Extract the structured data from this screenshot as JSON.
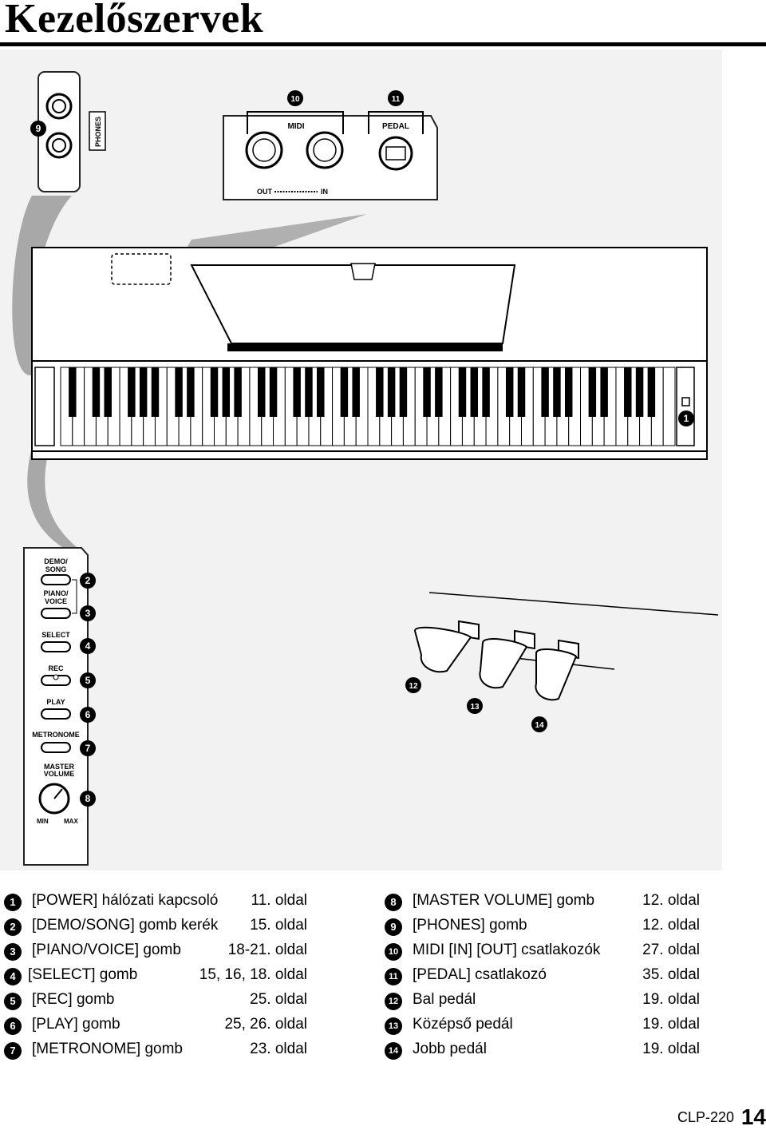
{
  "page": {
    "title": "Kezelőszervek",
    "model": "CLP-220",
    "page_number": "14"
  },
  "illustration": {
    "panel_labels": {
      "phones": "PHONES",
      "midi": "MIDI",
      "pedal": "PEDAL",
      "out": "OUT",
      "in": "IN",
      "demo_song": [
        "DEMO/",
        "SONG"
      ],
      "piano_voice": [
        "PIANO/",
        "VOICE"
      ],
      "select": "SELECT",
      "rec": "REC",
      "play": "PLAY",
      "metronome": "METRONOME",
      "master_volume": [
        "MASTER",
        "VOLUME"
      ],
      "min": "MIN",
      "max": "MAX"
    },
    "callouts": [
      "1",
      "2",
      "3",
      "4",
      "5",
      "6",
      "7",
      "8",
      "9",
      "10",
      "11",
      "12",
      "13",
      "14"
    ]
  },
  "legend": {
    "left": [
      {
        "num": "1",
        "label": "[POWER] hálózati kapcsoló",
        "page": "11. oldal"
      },
      {
        "num": "2",
        "label": "[DEMO/SONG] gomb kerék",
        "page": "15. oldal"
      },
      {
        "num": "3",
        "label": "[PIANO/VOICE] gomb",
        "page": "18-21. oldal"
      },
      {
        "num": "4",
        "label": "[SELECT] gomb",
        "page": "15, 16, 18. oldal"
      },
      {
        "num": "5",
        "label": "[REC] gomb",
        "page": "25. oldal"
      },
      {
        "num": "6",
        "label": "[PLAY] gomb",
        "page": "25, 26. oldal"
      },
      {
        "num": "7",
        "label": "[METRONOME] gomb",
        "page": "23. oldal"
      }
    ],
    "right": [
      {
        "num": "8",
        "label": "[MASTER VOLUME] gomb",
        "page": "12. oldal"
      },
      {
        "num": "9",
        "label": "[PHONES] gomb",
        "page": "12. oldal"
      },
      {
        "num": "10",
        "label": "MIDI [IN] [OUT] csatlakozók",
        "page": "27. oldal"
      },
      {
        "num": "11",
        "label": "[PEDAL] csatlakozó",
        "page": "35. oldal"
      },
      {
        "num": "12",
        "label": "Bal pedál",
        "page": "19. oldal"
      },
      {
        "num": "13",
        "label": "Középső pedál",
        "page": "19. oldal"
      },
      {
        "num": "14",
        "label": "Jobb pedál",
        "page": "19. oldal"
      }
    ]
  }
}
